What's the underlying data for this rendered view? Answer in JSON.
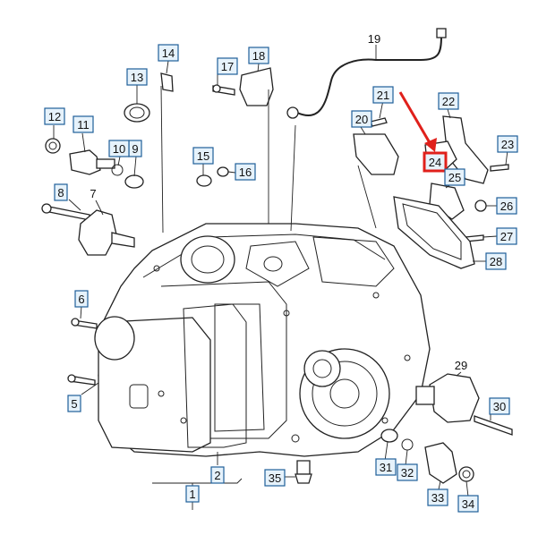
{
  "diagram": {
    "boxed_labels": [
      "1",
      "2",
      "5",
      "6",
      "8",
      "9",
      "10",
      "11",
      "12",
      "13",
      "14",
      "15",
      "16",
      "17",
      "18",
      "20",
      "21",
      "22",
      "23",
      "24",
      "25",
      "26",
      "27",
      "28",
      "30",
      "31",
      "32",
      "33",
      "34",
      "35"
    ],
    "plain_labels": [
      "7",
      "19",
      "29"
    ],
    "highlighted_label": "24",
    "highlight_color": "#e0201b",
    "label_box_color": "#1f5f99",
    "label_fill_color": "#e6f2fb"
  }
}
